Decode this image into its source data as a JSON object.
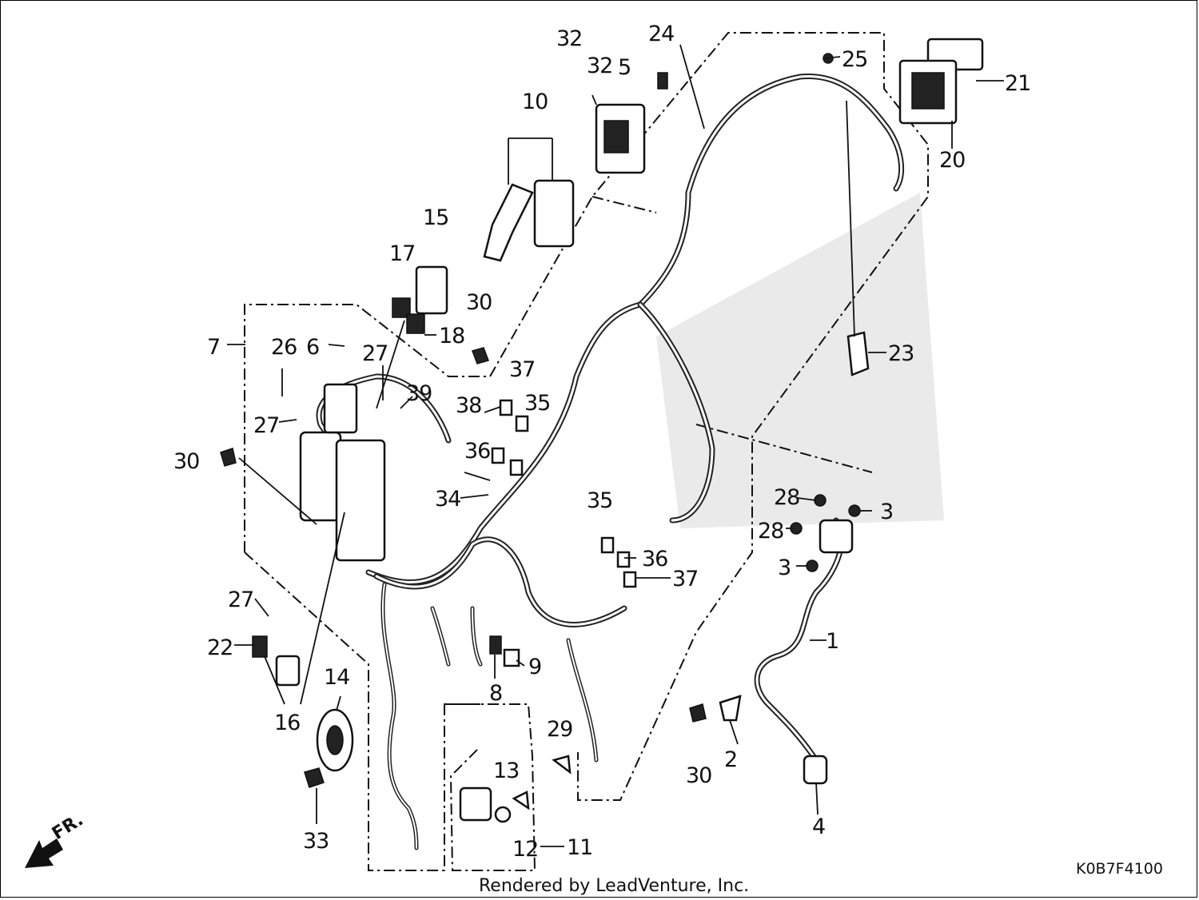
{
  "diagram": {
    "part_code": "K0B7F4100",
    "credit": "Rendered by LeadVenture, Inc.",
    "direction_mark": "FR.",
    "callouts": [
      "1",
      "2",
      "3",
      "3",
      "4",
      "5",
      "6",
      "7",
      "8",
      "9",
      "10",
      "11",
      "12",
      "13",
      "14",
      "15",
      "16",
      "17",
      "18",
      "20",
      "21",
      "22",
      "23",
      "24",
      "25",
      "26",
      "27",
      "27",
      "27",
      "28",
      "28",
      "29",
      "30",
      "30",
      "30",
      "32",
      "32",
      "33",
      "34",
      "35",
      "35",
      "36",
      "36",
      "37",
      "37",
      "38",
      "39"
    ]
  }
}
